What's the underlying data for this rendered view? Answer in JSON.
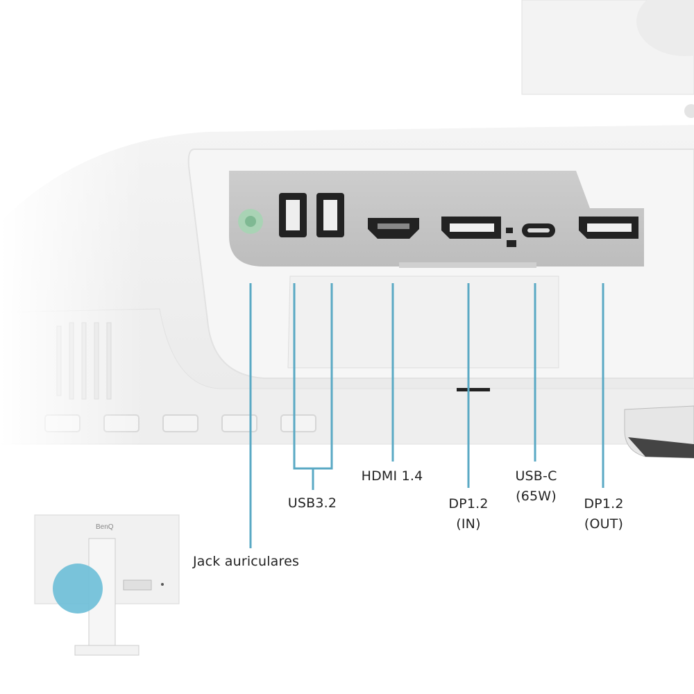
{
  "labels": {
    "audio_jack": "Jack auriculares",
    "usb": "USB3.2",
    "hdmi": "HDMI 1.4",
    "dp_in_line1": "DP1.2",
    "dp_in_line2": "(IN)",
    "usbc_line1": "USB-C",
    "usbc_line2": "(65W)",
    "dp_out_line1": "DP1.2",
    "dp_out_line2": "(OUT)"
  },
  "logo": "BenQ",
  "colors": {
    "callout_line": "#5aa9c4",
    "highlight": "#6fbfd8",
    "audio_jack": "#a9d3b5",
    "port_panel": "#c4c4c4",
    "monitor_body": "#f1f1f1"
  },
  "icons": [
    "headphone-icon",
    "usb-icon",
    "hdmi-icon",
    "displayport-icon",
    "usb-c-icon"
  ]
}
